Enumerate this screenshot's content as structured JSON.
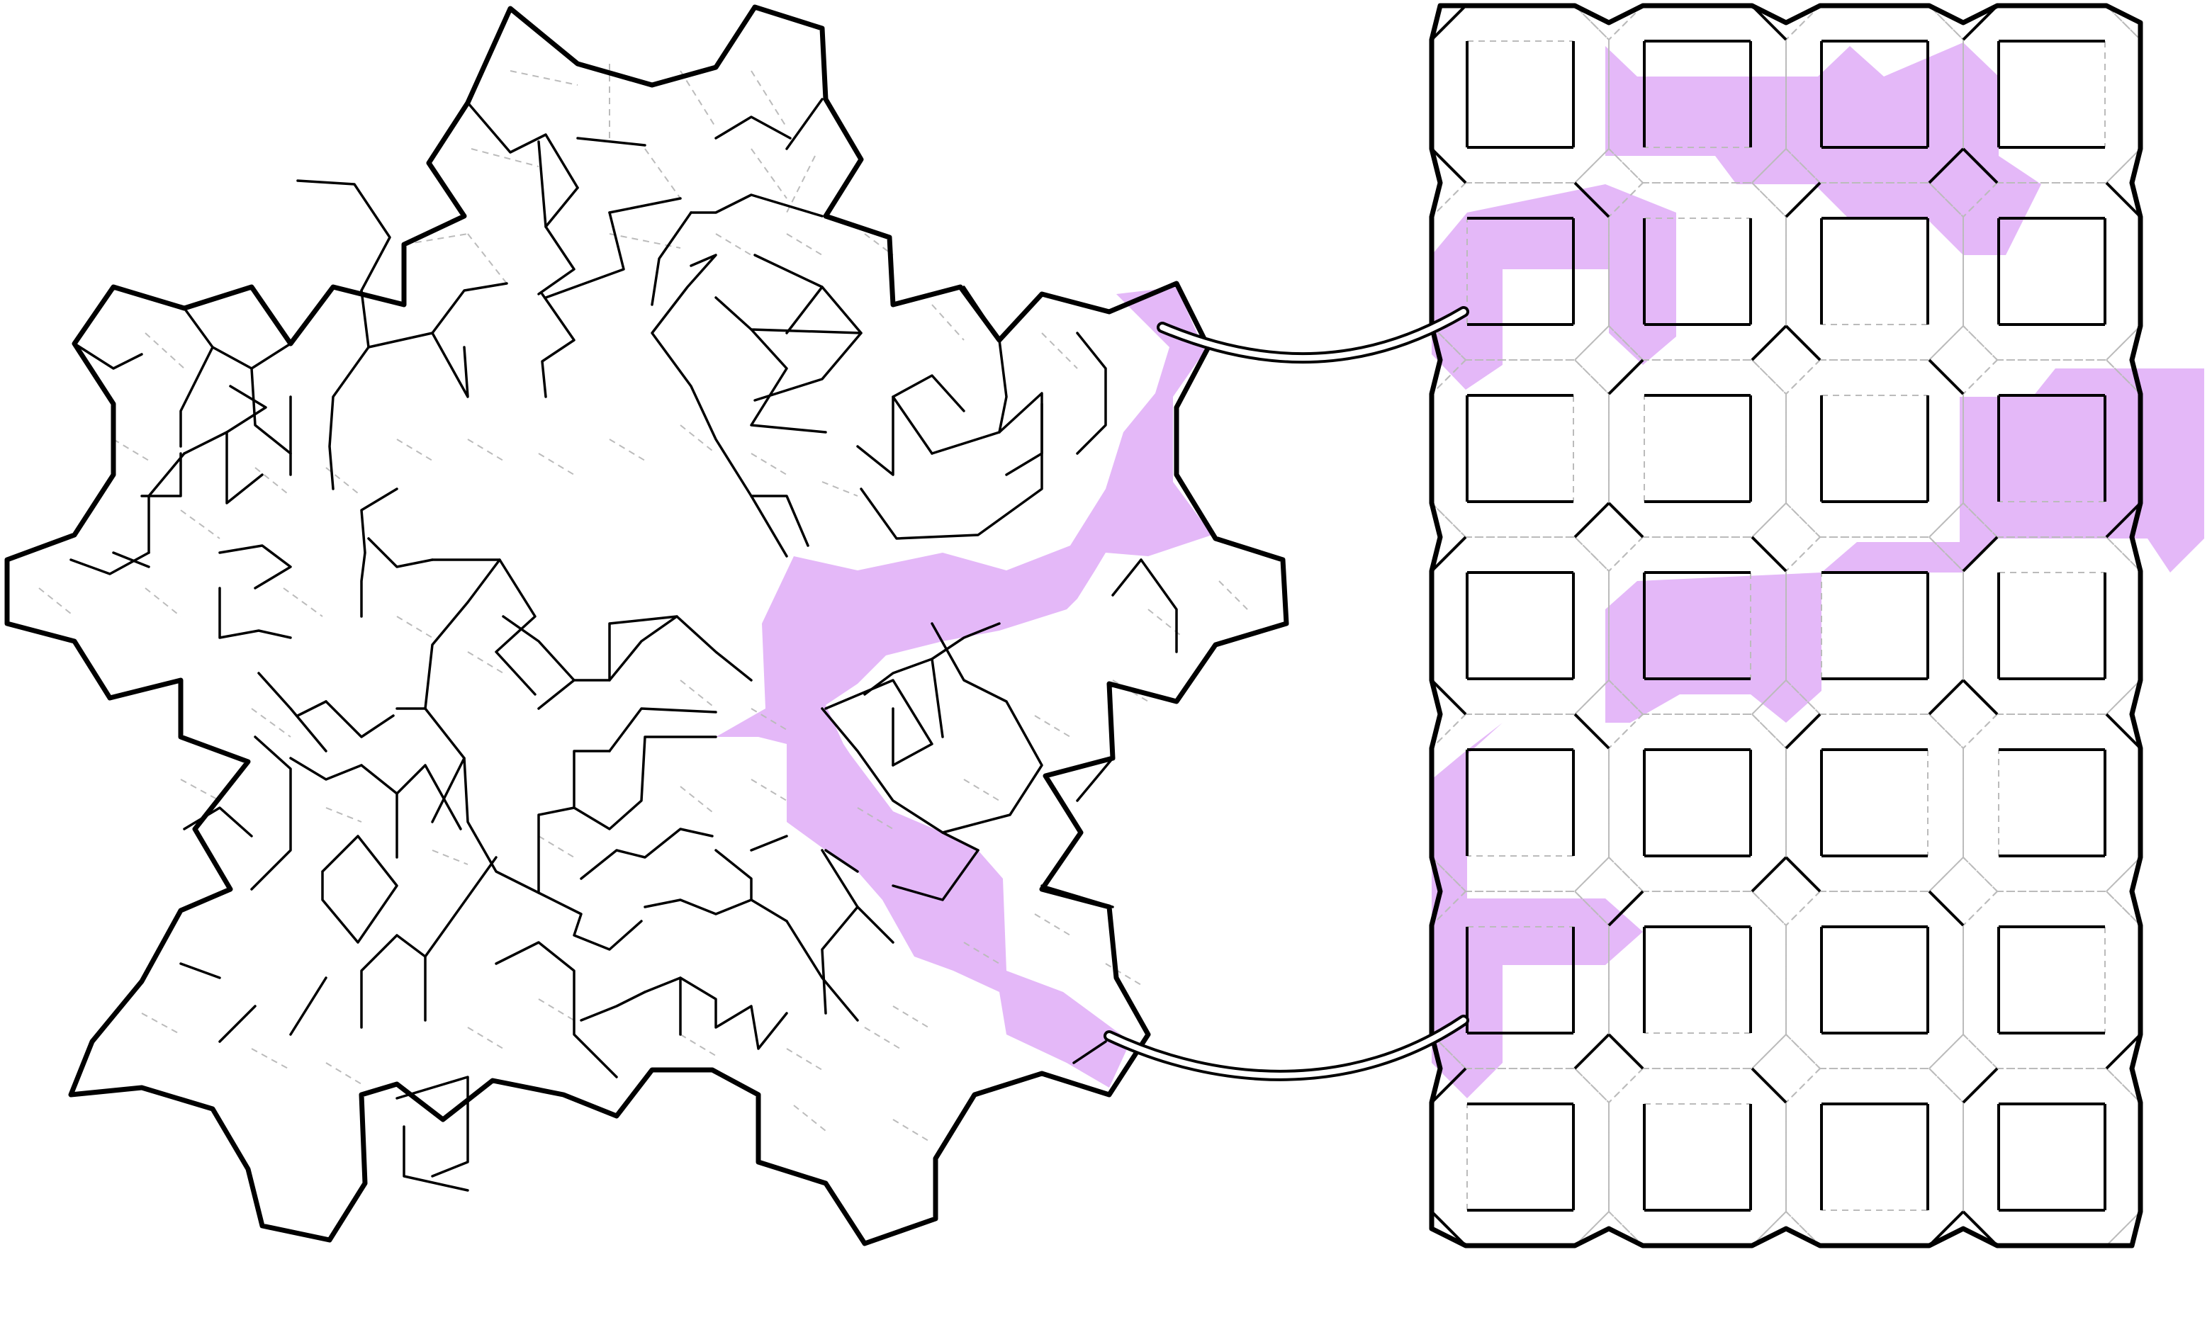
{
  "colors": {
    "background": "#ffffff",
    "wall": "#000000",
    "grid": "#bbbbbb",
    "path_fill": "#e4b8f8"
  },
  "left_maze": {
    "description_kind": "star-shaped rhombic tiling maze",
    "has_highlighted_path": true
  },
  "right_maze": {
    "description_kind": "octagon-square grid maze",
    "rows": 7,
    "cols": 4,
    "has_highlighted_path": true
  },
  "connectors": [
    {
      "name": "top-connector"
    },
    {
      "name": "bottom-connector"
    }
  ]
}
